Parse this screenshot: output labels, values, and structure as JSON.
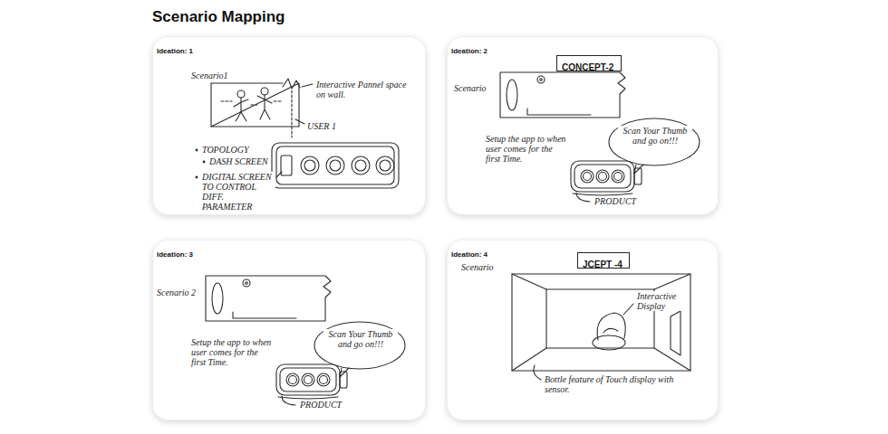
{
  "diagram": {
    "title": "Scenario Mapping",
    "nodes": [
      {
        "text": [
          "Ideation: 1"
        ]
      },
      {
        "text": [
          "Ideation: 2"
        ]
      },
      {
        "text": [
          "CONCEPT-2"
        ],
        "in": 1
      },
      {
        "text": [
          "Ideation: 3"
        ]
      },
      {
        "text": [
          "Ideation: 4"
        ]
      },
      {
        "text": [
          "JCEPT -4"
        ],
        "in": 4
      }
    ],
    "labels": [
      "Scenario1",
      "Interactive Pannel space on wall.",
      "USER 1",
      "TOPOLOGY",
      "DASH SCREEN",
      "DIGITAL SCREEN TO CONTROL DIFF. PARAMETER",
      "Scenario",
      "Setup the app to when user comes for the first Time.",
      "Scan Your Thumb and go on!!!",
      "PRODUCT",
      "Scenario 2",
      "Setup the app to when user comes for the first Time.",
      "Scan Your Thumb and go on!!!",
      "PRODUCT",
      "Scenario",
      "Interactive Display",
      "Bottle feature of Touch display with sensor."
    ]
  }
}
